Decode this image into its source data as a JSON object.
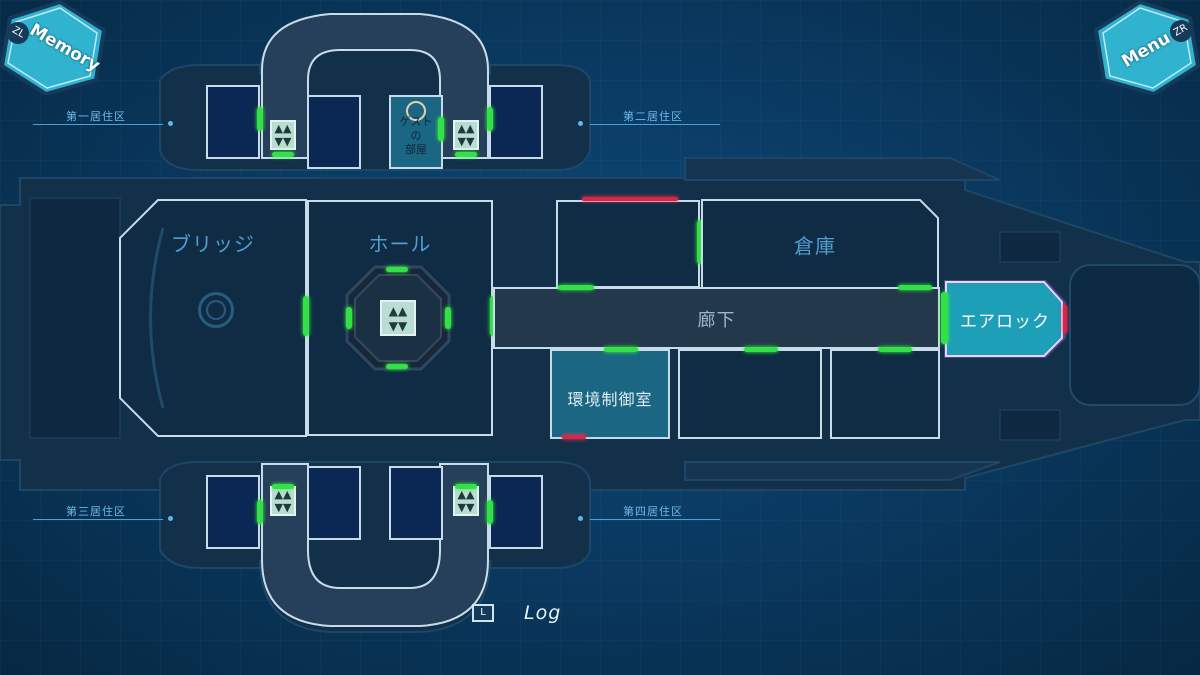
{
  "buttons": {
    "memory": {
      "key": "ZL",
      "label": "Memory"
    },
    "menu": {
      "key": "ZR",
      "label": "Menu"
    }
  },
  "zones": {
    "first": "第一居住区",
    "second": "第二居住区",
    "third": "第三居住区",
    "fourth": "第四居住区"
  },
  "rooms": {
    "bridge": "ブリッジ",
    "hall": "ホール",
    "storage": "倉庫",
    "corridor": "廊下",
    "airlock": "エアロック",
    "env_control": "環境制御室",
    "guest_room_line1": "ゲスト",
    "guest_room_line2": "の",
    "guest_room_line3": "部屋"
  },
  "log": {
    "key": "L",
    "label": "Log"
  },
  "colors": {
    "accent": "#2fb3cf",
    "door_open": "#33e04a",
    "door_locked": "#d8264a",
    "airlock_glow": "#c36cf0"
  },
  "icons": [
    "elevator-icon",
    "location-pin-icon",
    "bridge-console-icon"
  ]
}
